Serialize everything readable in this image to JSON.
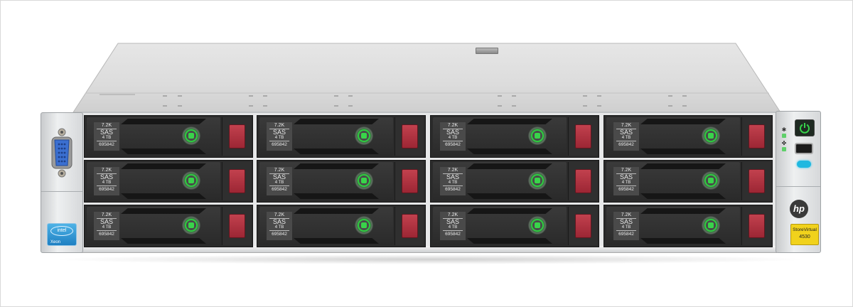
{
  "product": {
    "brand": "hp",
    "model_badge_line1": "StoreVirtual",
    "model_badge_line2": "4530",
    "cpu_badge_brand": "intel",
    "cpu_badge_line": "Xeon"
  },
  "colors": {
    "background": "#ffffff",
    "chassis": "#d9dadb",
    "drive_carrier": "#2f2f2f",
    "drive_led": "#2ecc40",
    "release_button": "#b3323f",
    "uid_led": "#1fb8e0",
    "power_led": "#2ecc40",
    "model_badge": "#f1d21c",
    "vga_port": "#3b6fd0"
  },
  "control_panel": {
    "led_symbols": [
      "health-icon",
      "nic-icon"
    ],
    "power_button": "power-icon",
    "usb_port": "usb-port",
    "uid_button": "uid-button"
  },
  "drive_bays": [
    {
      "speed": "7.2K",
      "interface": "SAS",
      "capacity": "4 TB",
      "part": "695842"
    },
    {
      "speed": "7.2K",
      "interface": "SAS",
      "capacity": "4 TB",
      "part": "695842"
    },
    {
      "speed": "7.2K",
      "interface": "SAS",
      "capacity": "4 TB",
      "part": "695842"
    },
    {
      "speed": "7.2K",
      "interface": "SAS",
      "capacity": "4 TB",
      "part": "695842"
    },
    {
      "speed": "7.2K",
      "interface": "SAS",
      "capacity": "4 TB",
      "part": "695842"
    },
    {
      "speed": "7.2K",
      "interface": "SAS",
      "capacity": "4 TB",
      "part": "695842"
    },
    {
      "speed": "7.2K",
      "interface": "SAS",
      "capacity": "4 TB",
      "part": "695842"
    },
    {
      "speed": "7.2K",
      "interface": "SAS",
      "capacity": "4 TB",
      "part": "695842"
    },
    {
      "speed": "7.2K",
      "interface": "SAS",
      "capacity": "4 TB",
      "part": "695842"
    },
    {
      "speed": "7.2K",
      "interface": "SAS",
      "capacity": "4 TB",
      "part": "695842"
    },
    {
      "speed": "7.2K",
      "interface": "SAS",
      "capacity": "4 TB",
      "part": "695842"
    },
    {
      "speed": "7.2K",
      "interface": "SAS",
      "capacity": "4 TB",
      "part": "695842"
    }
  ]
}
